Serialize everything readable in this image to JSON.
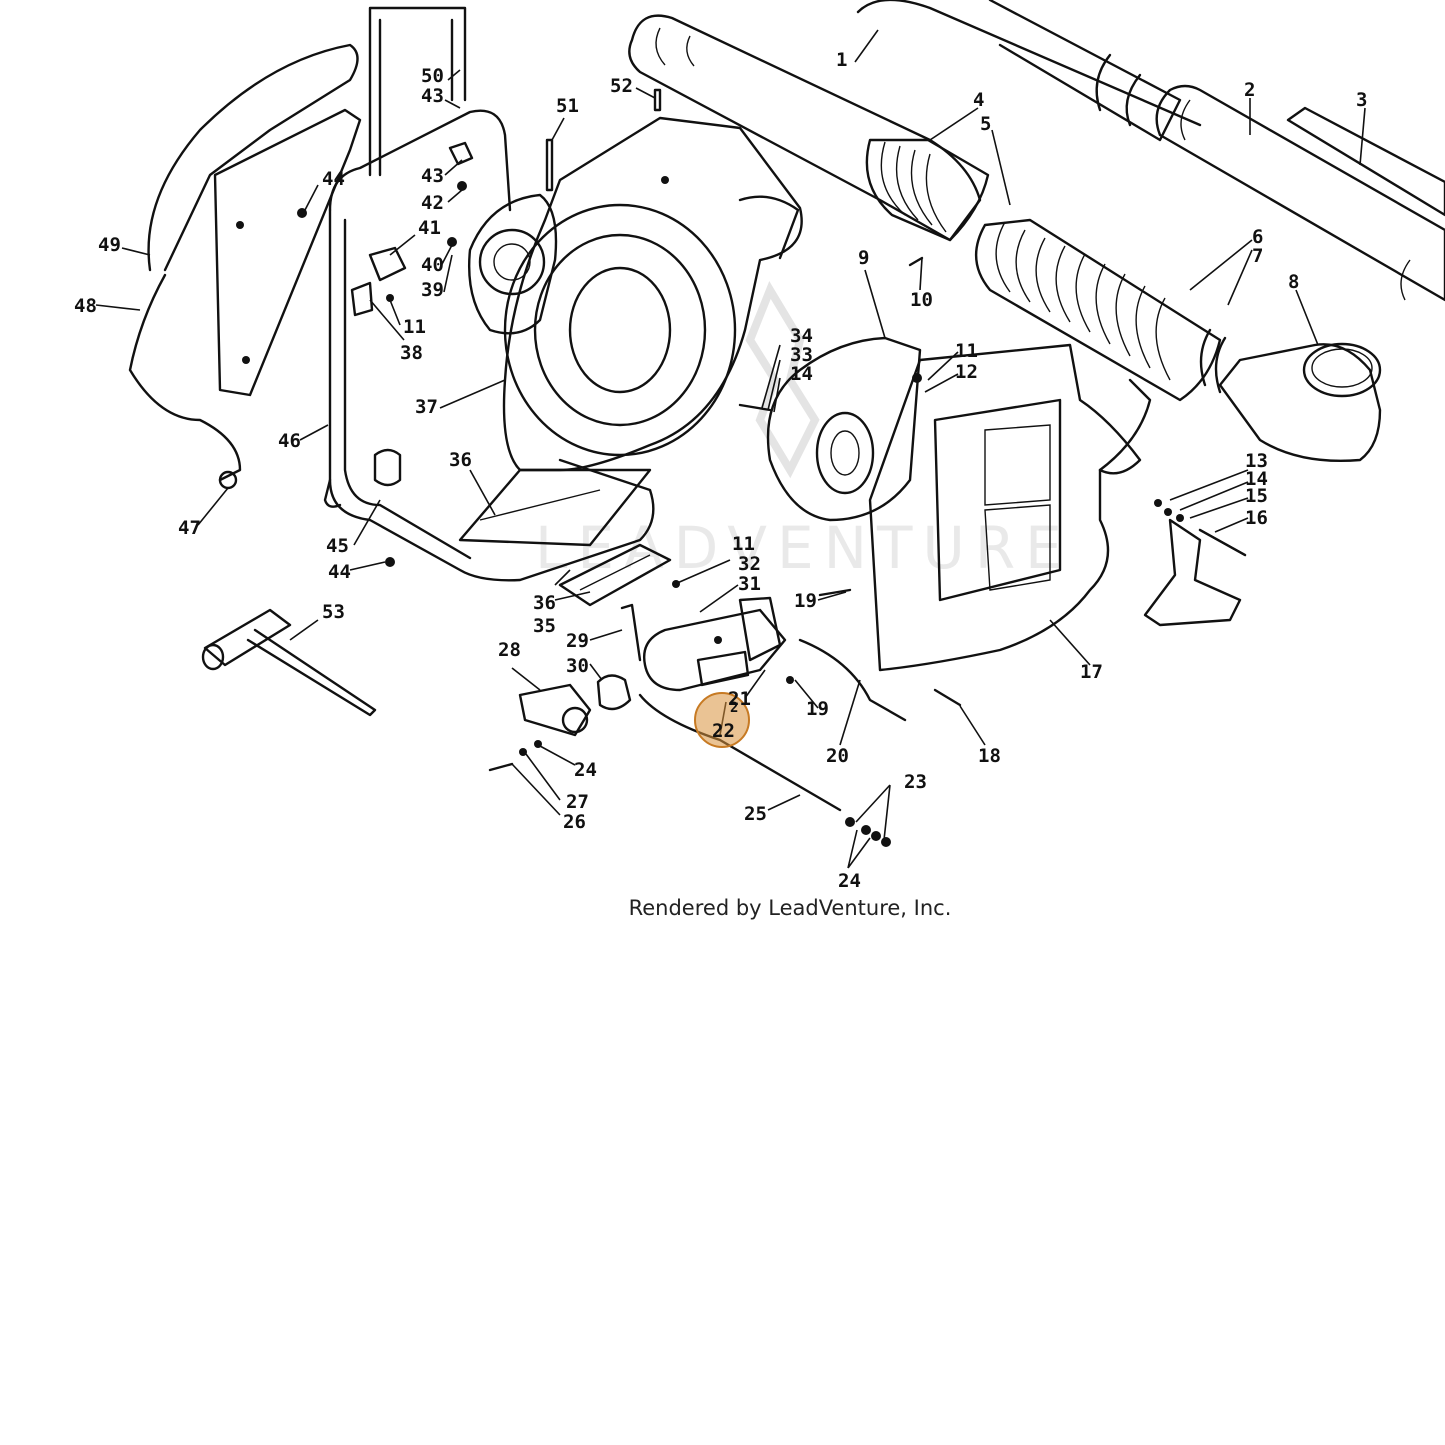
{
  "watermark": "LEADVENTURE",
  "callouts": {
    "c1": "1",
    "c2": "2",
    "c3": "3",
    "c4": "4",
    "c5": "5",
    "c6": "6",
    "c7": "7",
    "c8": "8",
    "c9": "9",
    "c10": "10",
    "c11a": "11",
    "c11b": "11",
    "c11c": "11",
    "c12": "12",
    "c13": "13",
    "c14a": "14",
    "c14b": "14",
    "c15": "15",
    "c16": "16",
    "c17": "17",
    "c18": "18",
    "c19a": "19",
    "c19b": "19",
    "c20": "20",
    "c21": "21",
    "c22": "22",
    "c22b": "2",
    "c23": "23",
    "c24a": "24",
    "c24b": "24",
    "c25": "25",
    "c26": "26",
    "c27": "27",
    "c28": "28",
    "c29": "29",
    "c30": "30",
    "c31": "31",
    "c32": "32",
    "c33": "33",
    "c34": "34",
    "c35": "35",
    "c36a": "36",
    "c36b": "36",
    "c37": "37",
    "c38": "38",
    "c39": "39",
    "c40": "40",
    "c41": "41",
    "c42": "42",
    "c43a": "43",
    "c43b": "43",
    "c44a": "44",
    "c44b": "44",
    "c45": "45",
    "c46": "46",
    "c47": "47",
    "c48": "48",
    "c49": "49",
    "c50": "50",
    "c51": "51",
    "c52": "52",
    "c53": "53"
  },
  "highlight": {
    "label": "22",
    "color": "#d9913c"
  },
  "footer": "Rendered by LeadVenture, Inc."
}
